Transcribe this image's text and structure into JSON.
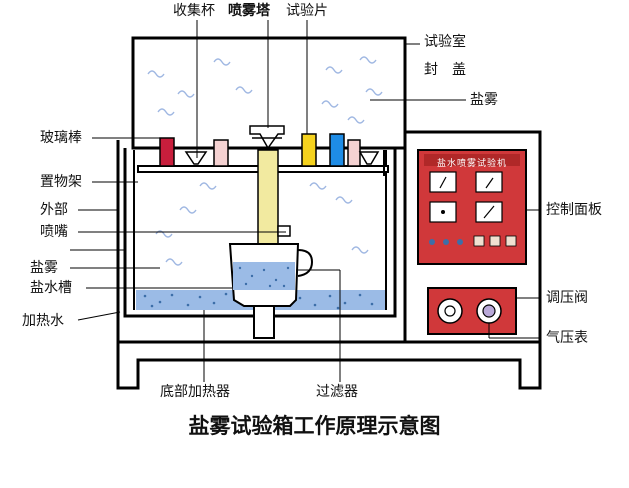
{
  "title": "盐雾试验箱工作原理示意图",
  "labels": {
    "collector_cup": "收集杯",
    "spray_tower": "喷雾塔",
    "test_piece": "试验片",
    "chamber_cover_line1": "试验室",
    "chamber_cover_line2": "封　盖",
    "salt_fog_top": "盐雾",
    "glass_rod": "玻璃棒",
    "rack": "置物架",
    "exterior": "外部",
    "nozzle": "喷嘴",
    "salt_fog_left": "盐雾",
    "brine_tank": "盐水槽",
    "heating_water": "加热水",
    "control_panel": "控制面板",
    "regulator_valve": "调压阀",
    "pressure_gauge": "气压表",
    "bottom_heater": "底部加热器",
    "filter": "过滤器"
  },
  "panel": {
    "title": "盐水喷雾试验机"
  },
  "colors": {
    "frame": "#000000",
    "panel_red": "#d0383a",
    "panel_dark": "#b02828",
    "window_blue": "#3c6ea8",
    "brine_blue": "#9bbbe6",
    "tower_yellow": "#f2eaa0",
    "vessel_red": "#c81e3c",
    "vessel_yellow": "#f5d21e",
    "vessel_blue": "#1e8ce6",
    "vessel_pink": "#f5d2d2",
    "fog_mark": "#9fb7e2"
  }
}
